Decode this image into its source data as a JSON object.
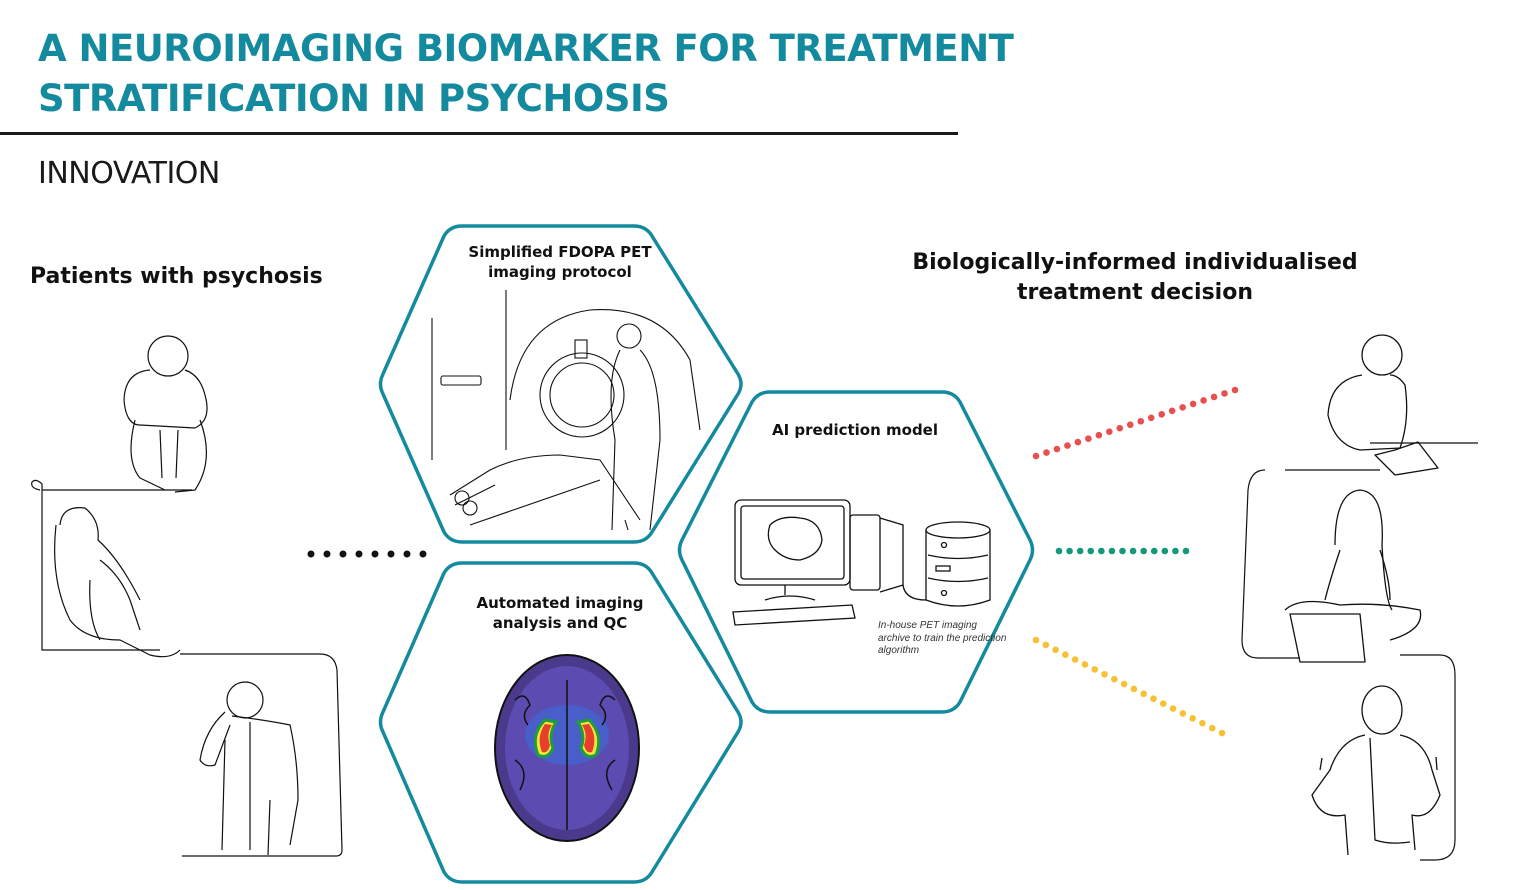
{
  "header": {
    "title_lines": [
      "A NEUROIMAGING BIOMARKER FOR TREATMENT",
      "STRATIFICATION IN PSYCHOSIS"
    ],
    "section": "INNOVATION"
  },
  "colors": {
    "accent": "#138a9e",
    "hex_stroke": "#138a9e",
    "dots_connector": "#111111",
    "dots_red": "#e8504f",
    "dots_green": "#13987a",
    "dots_yellow": "#f7c136"
  },
  "input": {
    "label": "Patients with psychosis",
    "figures": [
      "hugging-knees-person",
      "sitting-distressed-woman",
      "standing-distressed-man"
    ]
  },
  "steps": [
    {
      "id": "pet",
      "title": "Simplified FDOPA PET imaging protocol",
      "illustration": "pet-scanner-with-patient-and-technician"
    },
    {
      "id": "qc",
      "title": "Automated imaging analysis and QC",
      "illustration": "brain-pet-scan-striatum-uptake"
    },
    {
      "id": "ai",
      "title": "AI prediction model",
      "illustration": "computer-with-brain-and-database",
      "caption": "In-house PET imaging archive to train the prediction algorithm"
    }
  ],
  "output": {
    "label": "Biologically-informed individualised treatment decision",
    "outcomes": [
      {
        "color": "red",
        "figure": "person-reading-book"
      },
      {
        "color": "green",
        "figure": "woman-with-laptop"
      },
      {
        "color": "yellow",
        "figure": "man-thumbs-up"
      }
    ]
  }
}
